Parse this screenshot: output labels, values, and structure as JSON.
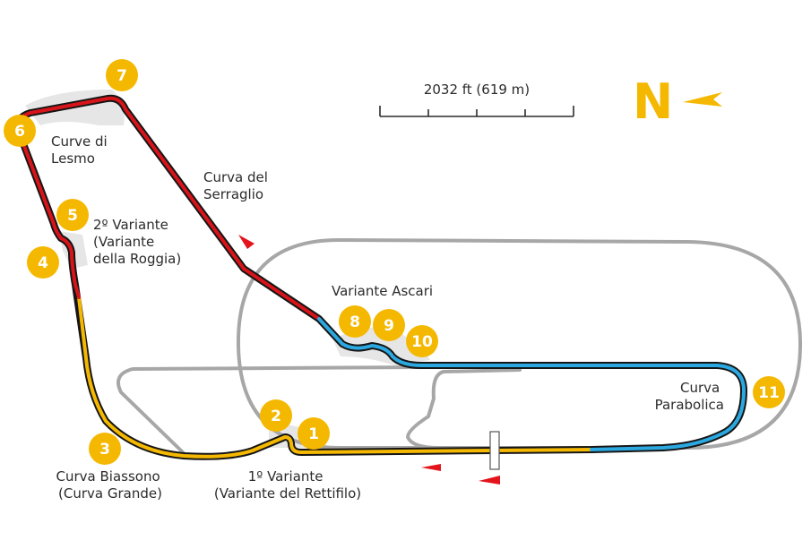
{
  "scale": {
    "label": "2032 ft (619 m)"
  },
  "north": {
    "letter": "N",
    "color": "#f5b800"
  },
  "colors": {
    "sector1": "#f5b800",
    "sector2": "#d7141a",
    "sector3": "#2ba8e0",
    "oval": "#a7a7a7",
    "runoff": "#e6e6e6",
    "badge": "#f5b800",
    "marker": "#e3141b"
  },
  "corners": [
    {
      "number": "1"
    },
    {
      "number": "2"
    },
    {
      "number": "3"
    },
    {
      "number": "4"
    },
    {
      "number": "5"
    },
    {
      "number": "6"
    },
    {
      "number": "7"
    },
    {
      "number": "8"
    },
    {
      "number": "9"
    },
    {
      "number": "10"
    },
    {
      "number": "11"
    }
  ],
  "labels": {
    "variante_rettifilo": [
      "1º Variante",
      "(Variante del Rettifilo)"
    ],
    "curva_biassono": [
      "Curva Biassono",
      "(Curva Grande)"
    ],
    "variante_roggia": [
      "2º Variante",
      "(Variante",
      "della Roggia)"
    ],
    "curve_lesmo": [
      "Curve di",
      "Lesmo"
    ],
    "curva_serraglio": [
      "Curva del",
      "Serraglio"
    ],
    "variante_ascari": [
      "Variante Ascari"
    ],
    "curva_parabolica": [
      "Curva",
      "Parabolica"
    ]
  }
}
